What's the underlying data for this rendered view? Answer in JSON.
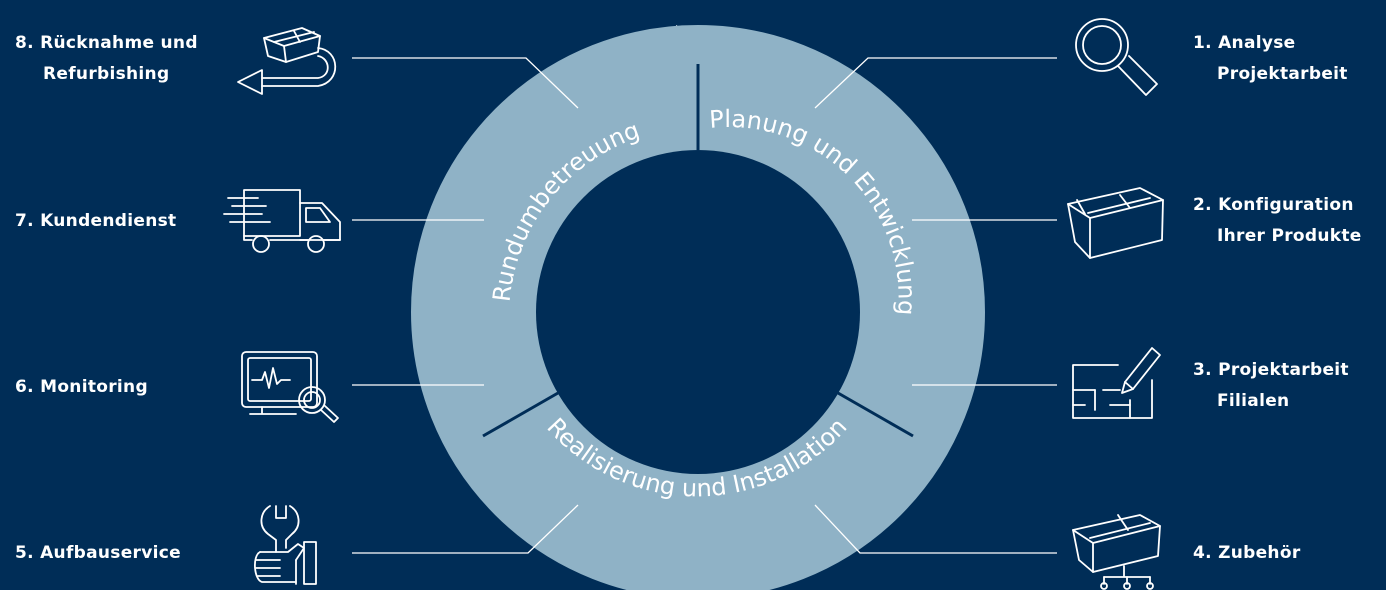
{
  "center": {
    "segments": [
      "Planung und Entwicklung",
      "Realisierung und Installation",
      "Rundumbetreuung"
    ]
  },
  "steps": [
    {
      "lines": [
        "1. Analyse",
        "Projektarbeit"
      ],
      "icon": "magnifier-icon"
    },
    {
      "lines": [
        "2. Konfiguration",
        "Ihrer Produkte"
      ],
      "icon": "box-icon"
    },
    {
      "lines": [
        "3. Projektarbeit",
        "Filialen"
      ],
      "icon": "floorplan-pencil-icon"
    },
    {
      "lines": [
        "4. Zubehör"
      ],
      "icon": "box-network-icon"
    },
    {
      "lines": [
        "5. Aufbauservice"
      ],
      "icon": "hand-wrench-icon"
    },
    {
      "lines": [
        "6. Monitoring"
      ],
      "icon": "monitor-magnifier-icon"
    },
    {
      "lines": [
        "7. Kundendienst"
      ],
      "icon": "delivery-truck-icon"
    },
    {
      "lines": [
        "8. Rücknahme und",
        "Refurbishing"
      ],
      "icon": "box-return-arrow-icon"
    }
  ],
  "colors": {
    "background": "#002d57",
    "ring": "#8fb2c6",
    "text": "#ffffff"
  }
}
